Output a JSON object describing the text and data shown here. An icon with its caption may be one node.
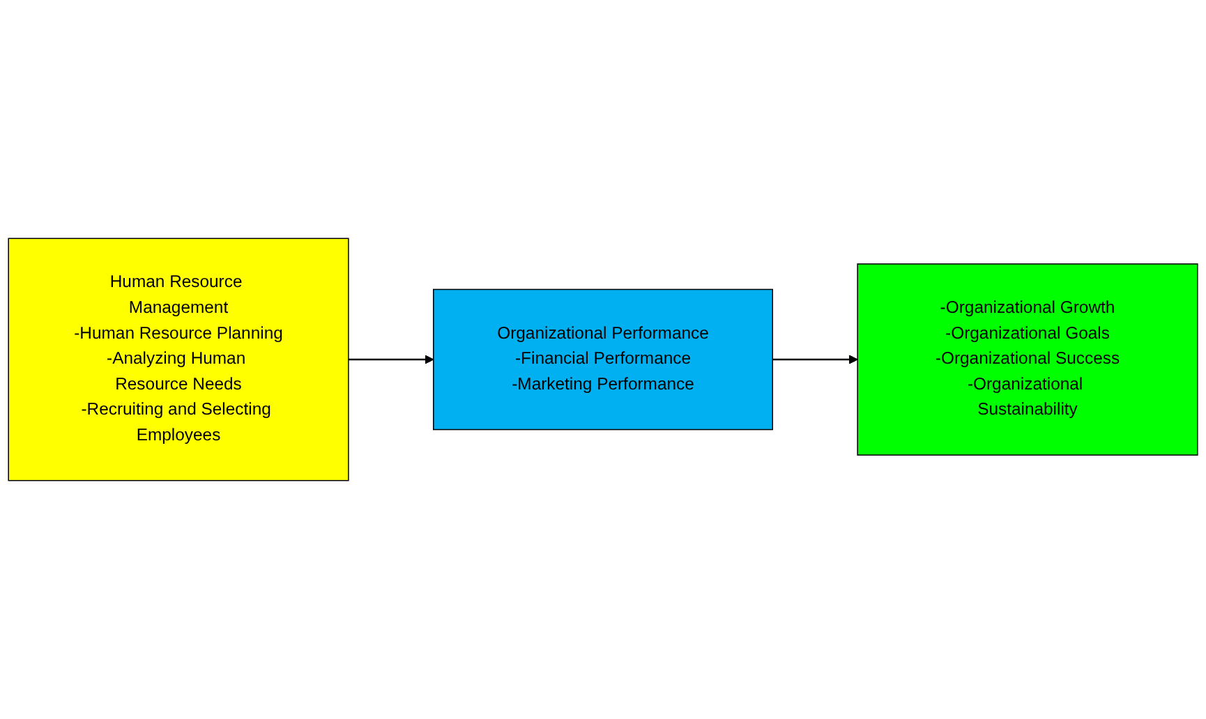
{
  "diagram": {
    "nodes": [
      {
        "text": [
          "Human Resource Management",
          "-Human Resource Planning",
          "-Analyzing Human Resource Needs",
          "-Recruiting and Selecting Employees"
        ]
      },
      {
        "text": [
          "Organizational Performance",
          "-Financial Performance",
          "-Marketing Performance"
        ]
      },
      {
        "text": [
          "-Organizational Growth",
          "-Organizational Goals",
          "-Organizational Success",
          "-Organizational Sustainability"
        ]
      }
    ],
    "edges": [
      {
        "from": 0,
        "to": 1,
        "arrow": "to"
      },
      {
        "from": 1,
        "to": 2,
        "arrow": "to"
      }
    ]
  }
}
